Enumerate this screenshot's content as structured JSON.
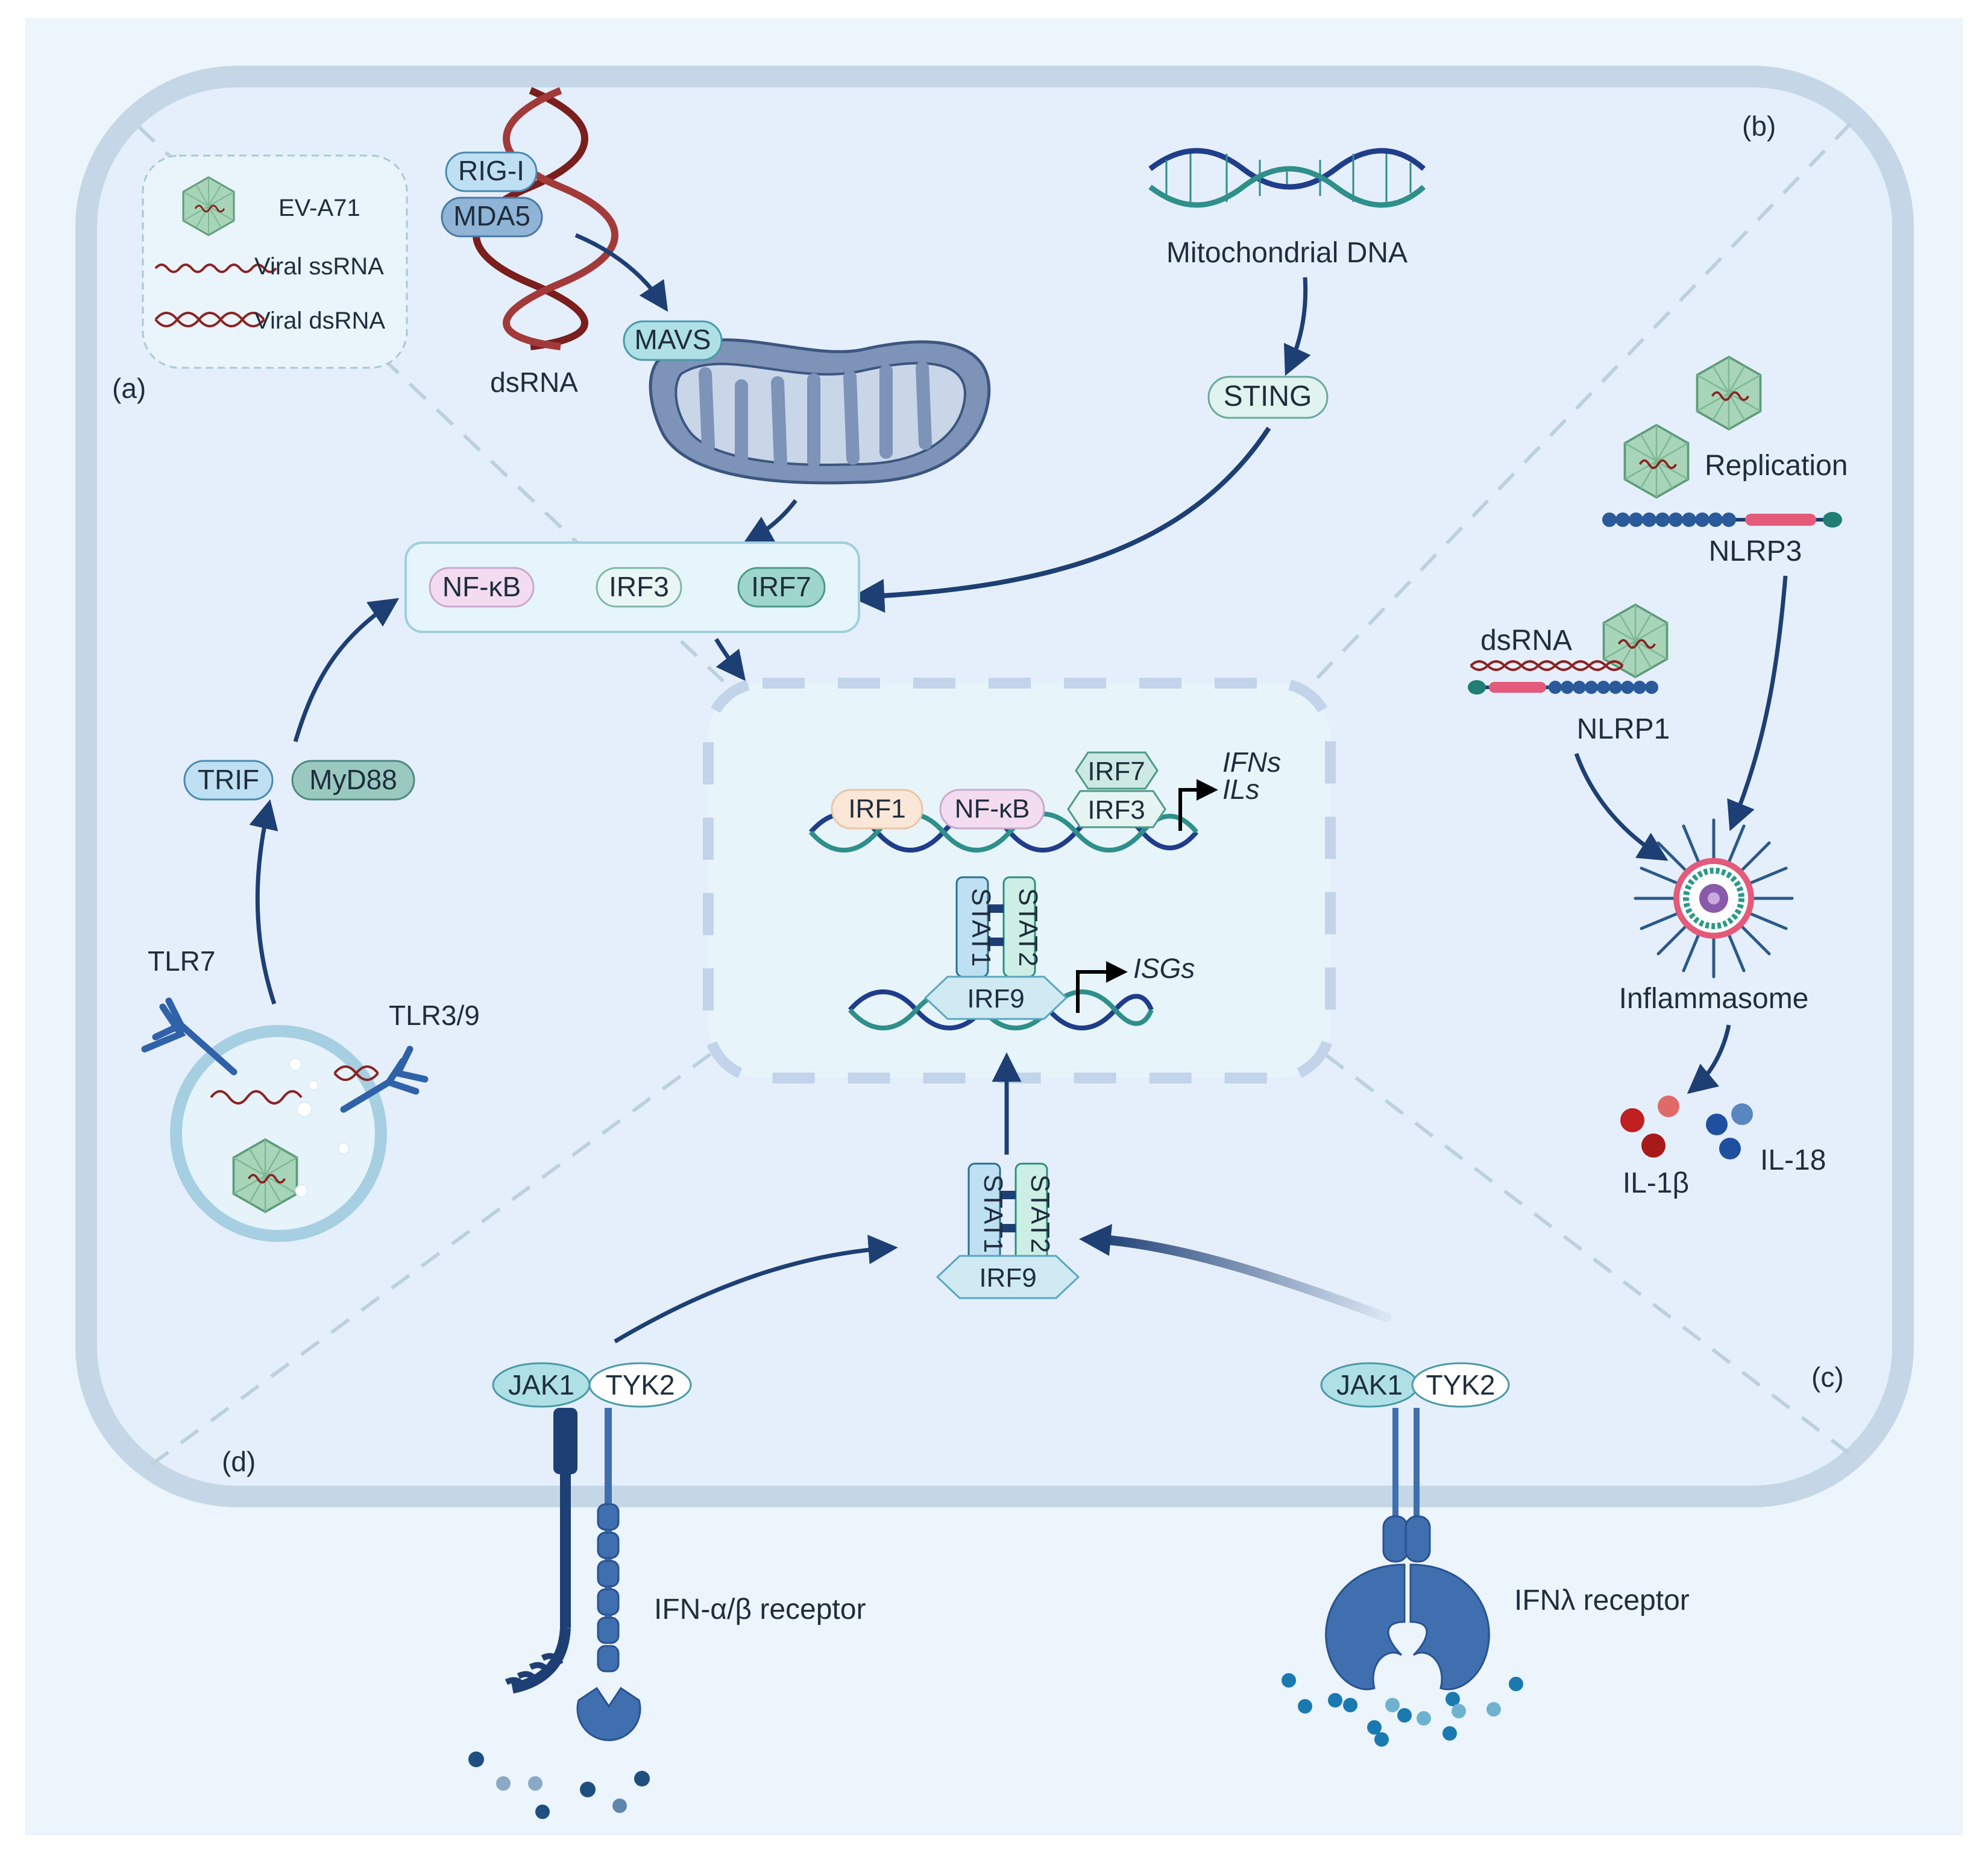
{
  "panels": {
    "a": "(a)",
    "b": "(b)",
    "c": "(c)",
    "d": "(d)"
  },
  "legend": {
    "virus": "EV-A71",
    "ssrna": "Viral ssRNA",
    "dsrna": "Viral dsRNA"
  },
  "top": {
    "rigi": "RIG-I",
    "mda5": "MDA5",
    "dsrna": "dsRNA",
    "mavs": "MAVS",
    "mtdna": "Mitochondrial DNA",
    "sting": "STING"
  },
  "tf_box": {
    "nfkb": "NF-κB",
    "irf3": "IRF3",
    "irf7": "IRF7"
  },
  "tlr": {
    "trif": "TRIF",
    "myd88": "MyD88",
    "tlr7": "TLR7",
    "tlr39": "TLR3/9"
  },
  "nucleus": {
    "irf1": "IRF1",
    "nfkb": "NF-κB",
    "irf7": "IRF7",
    "irf3": "IRF3",
    "ifns": "IFNs",
    "ils": "ILs",
    "stat1": "STAT1",
    "stat2": "STAT2",
    "irf9": "IRF9",
    "isgs": "ISGs"
  },
  "inflammasome": {
    "replication": "Replication",
    "nlrp3": "NLRP3",
    "dsrna": "dsRNA",
    "nlrp1": "NLRP1",
    "inflammasome": "Inflammasome",
    "il1b": "IL-1β",
    "il18": "IL-18"
  },
  "receptors": {
    "stat1": "STAT1",
    "stat2": "STAT2",
    "irf9": "IRF9",
    "jak1_a": "JAK1",
    "tyk2_a": "TYK2",
    "ifnab": "IFN-α/β receptor",
    "jak1_b": "JAK1",
    "tyk2_b": "TYK2",
    "ifnl": "IFNλ receptor"
  },
  "colors": {
    "cell_fill": "#e6f0fb",
    "cell_border": "#c5d7e6",
    "arrow": "#1d3f74",
    "dna_dark": "#1f3d8a",
    "dna_teal": "#2f8f8a",
    "rna_red": "#8b2323",
    "pill_blue": "#bfe0f2",
    "pill_teal": "#9fd6cc",
    "pill_pink": "#f3dcf0",
    "pill_peach": "#fbe7d8",
    "receptor": "#3f6faf",
    "mito": "#6f87b0"
  }
}
